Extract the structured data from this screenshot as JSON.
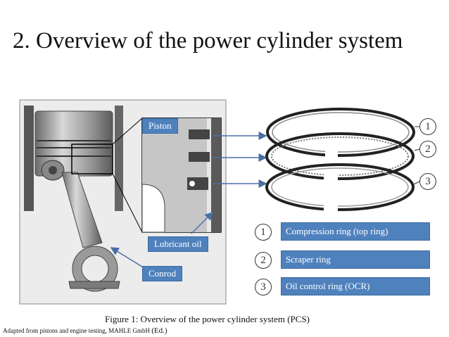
{
  "slide": {
    "title": "2. Overview of the power cylinder system",
    "caption": "Figure 1: Overview of the power cylinder system (PCS)",
    "source": "Adapted from pistons and engine testing, MAHLE GmbH",
    "source_ed": "(Ed.)"
  },
  "labels": {
    "piston": "Piston",
    "lubricant_oil": "Lubricant oil",
    "conrod": "Conrod"
  },
  "rings": {
    "numbers": [
      "1",
      "2",
      "3"
    ],
    "legend_numbers": [
      "1",
      "2",
      "3"
    ],
    "names": [
      "Compression ring (top ring)",
      "Scraper ring",
      "Oil control ring (OCR)"
    ]
  },
  "colors": {
    "label_fill": "#4f81bd",
    "arrow": "#4a6fa5"
  }
}
